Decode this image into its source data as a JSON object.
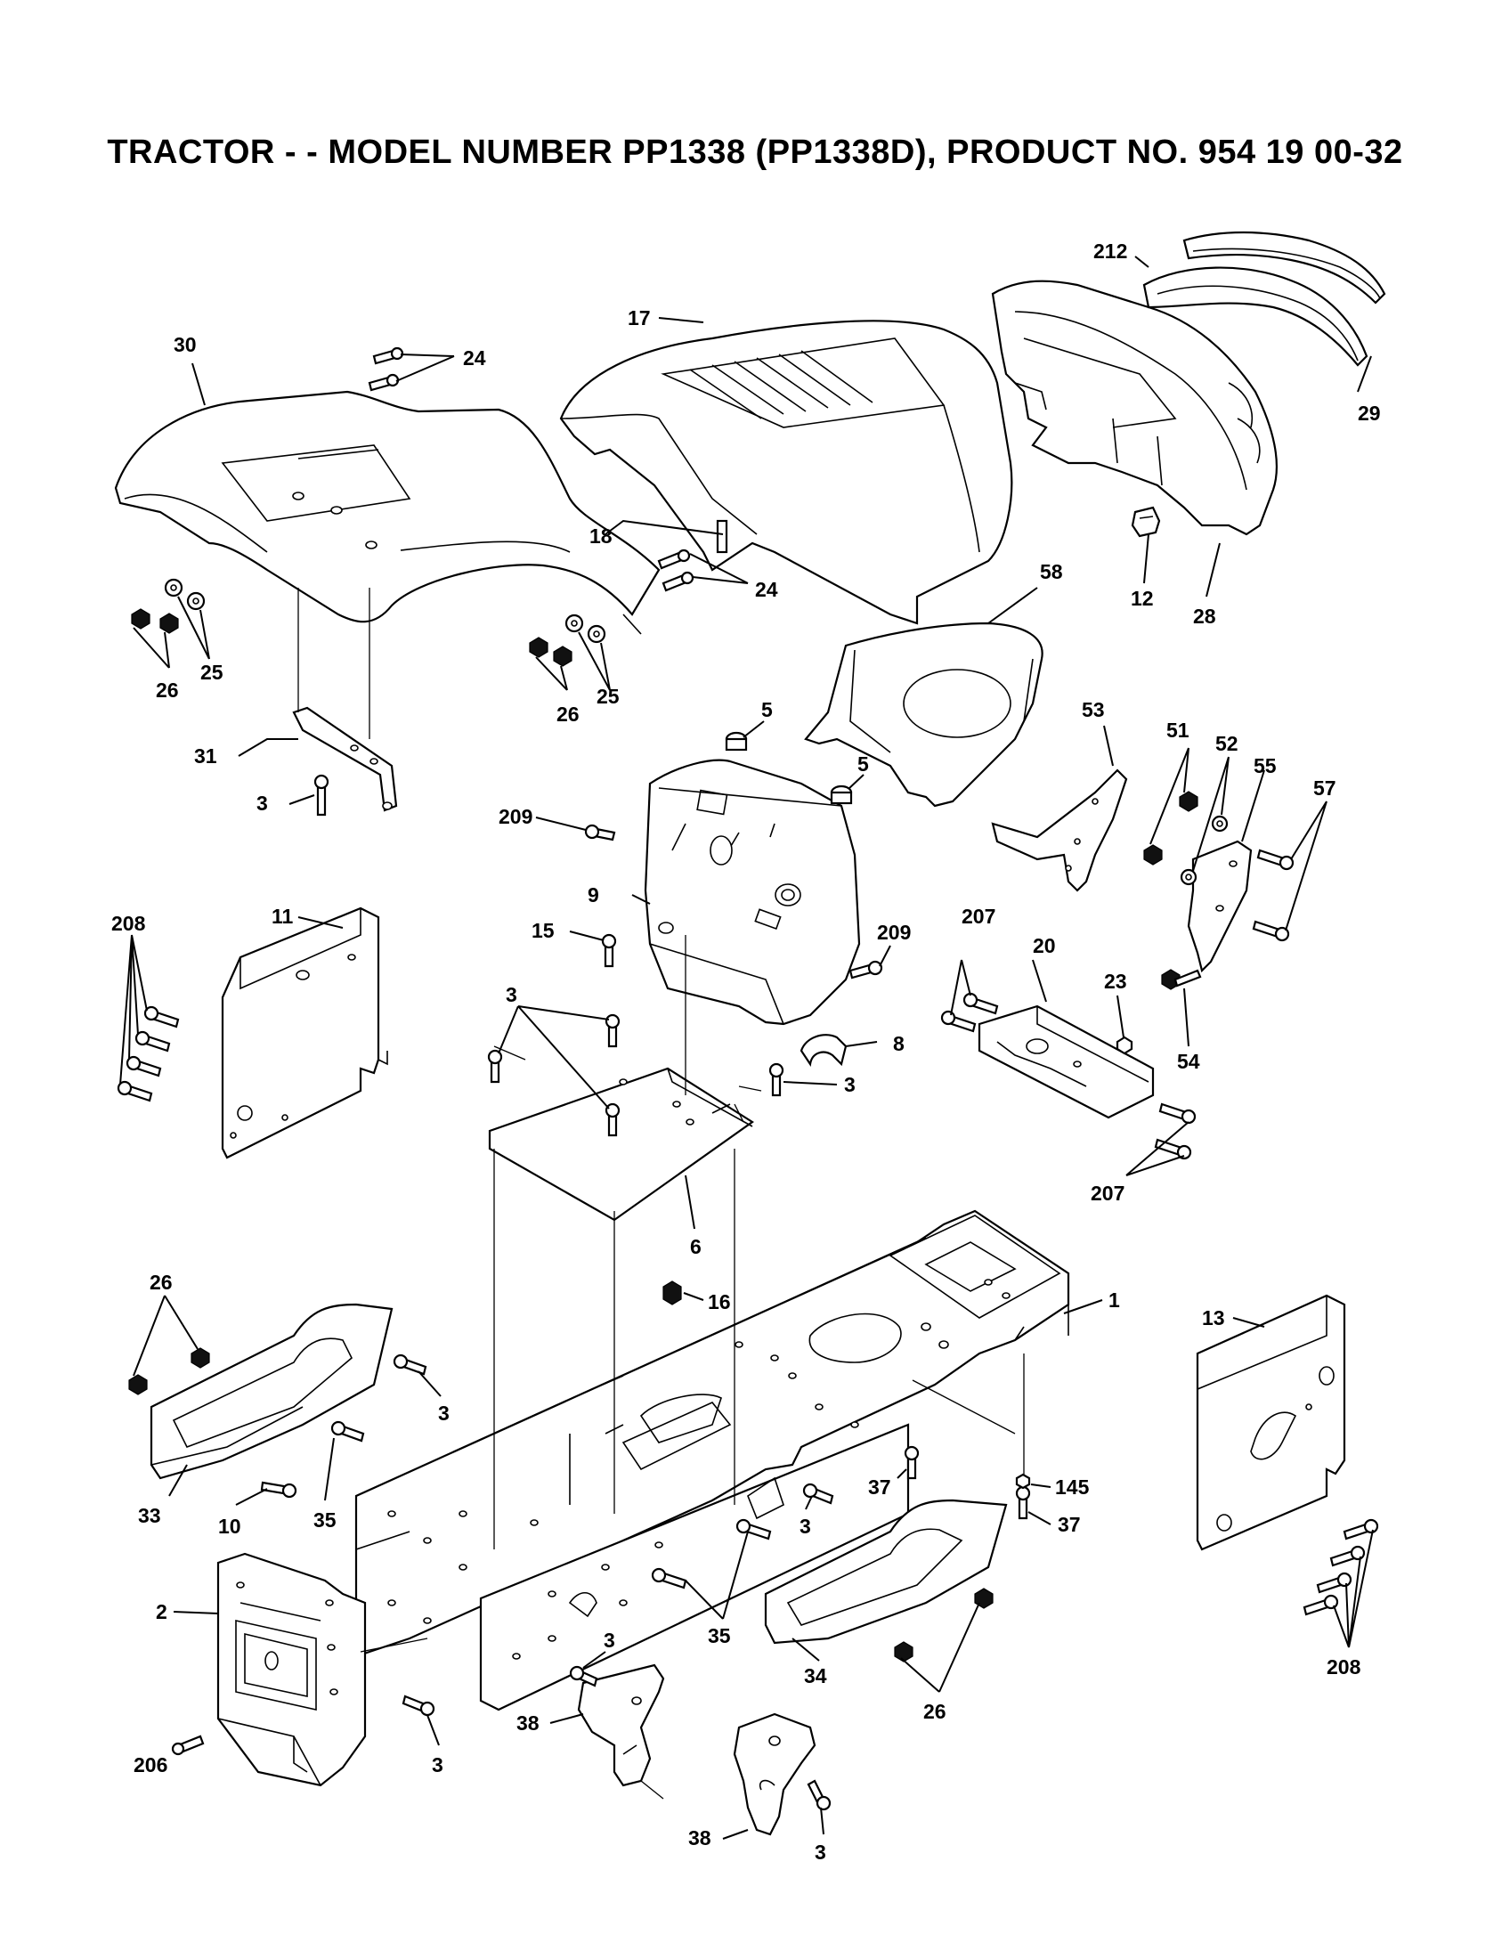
{
  "title": "TRACTOR - - MODEL NUMBER PP1338 (PP1338D), PRODUCT NO. 954 19 00-32",
  "callouts": [
    {
      "id": "c212",
      "text": "212"
    },
    {
      "id": "c29",
      "text": "29"
    },
    {
      "id": "c17",
      "text": "17"
    },
    {
      "id": "c30",
      "text": "30"
    },
    {
      "id": "c24a",
      "text": "24"
    },
    {
      "id": "c18",
      "text": "18"
    },
    {
      "id": "c24b",
      "text": "24"
    },
    {
      "id": "c12",
      "text": "12"
    },
    {
      "id": "c28",
      "text": "28"
    },
    {
      "id": "c58",
      "text": "58"
    },
    {
      "id": "c26a",
      "text": "26"
    },
    {
      "id": "c25a",
      "text": "25"
    },
    {
      "id": "c26b",
      "text": "26"
    },
    {
      "id": "c25b",
      "text": "25"
    },
    {
      "id": "c5a",
      "text": "5"
    },
    {
      "id": "c5b",
      "text": "5"
    },
    {
      "id": "c53",
      "text": "53"
    },
    {
      "id": "c51",
      "text": "51"
    },
    {
      "id": "c52",
      "text": "52"
    },
    {
      "id": "c55",
      "text": "55"
    },
    {
      "id": "c57",
      "text": "57"
    },
    {
      "id": "c31",
      "text": "31"
    },
    {
      "id": "c3a",
      "text": "3"
    },
    {
      "id": "c209a",
      "text": "209"
    },
    {
      "id": "c9",
      "text": "9"
    },
    {
      "id": "c208a",
      "text": "208"
    },
    {
      "id": "c11",
      "text": "11"
    },
    {
      "id": "c15",
      "text": "15"
    },
    {
      "id": "c209b",
      "text": "209"
    },
    {
      "id": "c207a",
      "text": "207"
    },
    {
      "id": "c20",
      "text": "20"
    },
    {
      "id": "c23",
      "text": "23"
    },
    {
      "id": "c54",
      "text": "54"
    },
    {
      "id": "c3b",
      "text": "3"
    },
    {
      "id": "c8",
      "text": "8"
    },
    {
      "id": "c3c",
      "text": "3"
    },
    {
      "id": "c207b",
      "text": "207"
    },
    {
      "id": "c6",
      "text": "6"
    },
    {
      "id": "c16",
      "text": "16"
    },
    {
      "id": "c1",
      "text": "1"
    },
    {
      "id": "c26c",
      "text": "26"
    },
    {
      "id": "c13",
      "text": "13"
    },
    {
      "id": "c3d",
      "text": "3"
    },
    {
      "id": "c37a",
      "text": "37"
    },
    {
      "id": "c145",
      "text": "145"
    },
    {
      "id": "c37b",
      "text": "37"
    },
    {
      "id": "c33",
      "text": "33"
    },
    {
      "id": "c10",
      "text": "10"
    },
    {
      "id": "c35a",
      "text": "35"
    },
    {
      "id": "c3e",
      "text": "3"
    },
    {
      "id": "c2",
      "text": "2"
    },
    {
      "id": "c35b",
      "text": "35"
    },
    {
      "id": "c208b",
      "text": "208"
    },
    {
      "id": "c34",
      "text": "34"
    },
    {
      "id": "c3f",
      "text": "3"
    },
    {
      "id": "c26d",
      "text": "26"
    },
    {
      "id": "c206",
      "text": "206"
    },
    {
      "id": "c3g",
      "text": "3"
    },
    {
      "id": "c38a",
      "text": "38"
    },
    {
      "id": "c38b",
      "text": "38"
    },
    {
      "id": "c3h",
      "text": "3"
    }
  ]
}
